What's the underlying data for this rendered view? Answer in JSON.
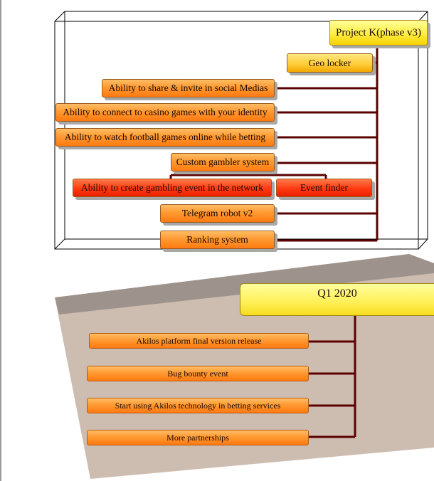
{
  "phase_block": {
    "title": "Project K(phase v3)",
    "items": [
      "Geo locker",
      "Ability to share & invite in social Medias",
      "Ability to connect to casino games with your identity",
      "Ability to watch football games online while betting",
      "Custom gambler system",
      "Ability to create gambling event in the network",
      "Event finder",
      "Telegram robot v2",
      "Ranking system"
    ]
  },
  "quarter_block": {
    "title": "Q1 2020",
    "items": [
      "Akilos platform final version  release",
      "Bug bounty event",
      "Start using Akilos technology in betting services",
      "More partnerships"
    ]
  },
  "colors": {
    "connector": "#5a0000",
    "node_orange": "#ff8c1a",
    "node_yellow": "#ffcc33",
    "node_red": "#ff3300",
    "title_yellow": "#ffee44",
    "panel_tan": "#cdbdb0",
    "panel_top": "#9e938c"
  }
}
